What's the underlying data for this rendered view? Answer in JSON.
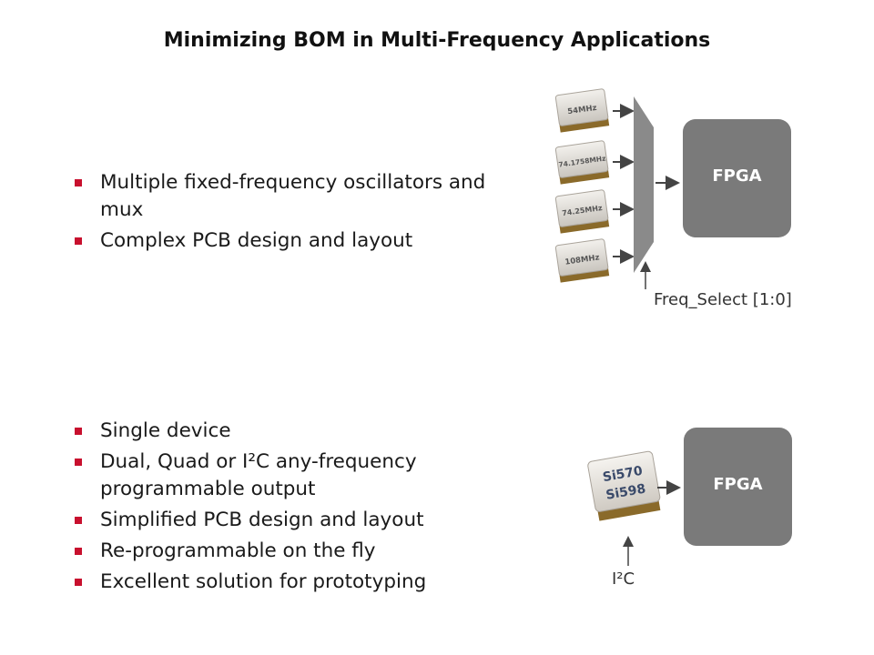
{
  "title": "Minimizing BOM in Multi-Frequency Applications",
  "top_section": {
    "bullets": [
      "Multiple fixed-frequency oscillators and mux",
      "Complex PCB design and layout"
    ],
    "oscillators": [
      "54MHz",
      "74.1758MHz",
      "74.25MHz",
      "108MHz"
    ],
    "fpga_label": "FPGA",
    "select_label": "Freq_Select  [1:0]"
  },
  "bottom_section": {
    "bullets": [
      "Single device",
      "Dual, Quad or I²C any-frequency programmable output",
      "Simplified PCB design and layout",
      "Re-programmable on the fly",
      "Excellent solution for prototyping"
    ],
    "chip_labels": [
      "Si570",
      "Si598"
    ],
    "fpga_label": "FPGA",
    "control_label": "I²C"
  },
  "colors": {
    "bullet": "#c8102e",
    "fpga_box": "#7a7a7a",
    "mux": "#8a8a8a",
    "arrow": "#444444",
    "oscillator_body": "#d9d6d0",
    "oscillator_base": "#8a6a2a"
  }
}
